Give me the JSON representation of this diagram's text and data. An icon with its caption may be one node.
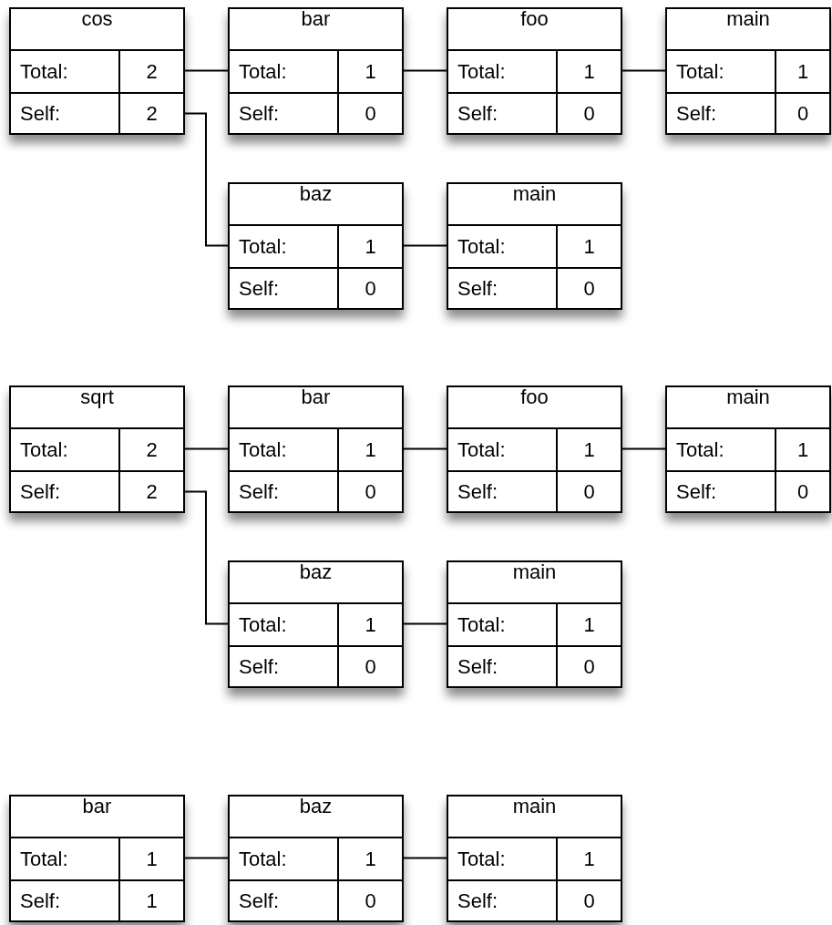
{
  "diagram": {
    "nodes": [
      {
        "text": [
          "cos",
          "Total:",
          "2",
          "Self:",
          "2"
        ]
      },
      {
        "text": [
          "bar",
          "Total:",
          "1",
          "Self:",
          "0"
        ]
      },
      {
        "text": [
          "foo",
          "Total:",
          "1",
          "Self:",
          "0"
        ]
      },
      {
        "text": [
          "main",
          "Total:",
          "1",
          "Self:",
          "0"
        ]
      },
      {
        "text": [
          "baz",
          "Total:",
          "1",
          "Self:",
          "0"
        ]
      },
      {
        "text": [
          "main",
          "Total:",
          "1",
          "Self:",
          "0"
        ]
      },
      {
        "text": [
          "sqrt",
          "Total:",
          "2",
          "Self:",
          "2"
        ]
      },
      {
        "text": [
          "bar",
          "Total:",
          "1",
          "Self:",
          "0"
        ]
      },
      {
        "text": [
          "foo",
          "Total:",
          "1",
          "Self:",
          "0"
        ]
      },
      {
        "text": [
          "main",
          "Total:",
          "1",
          "Self:",
          "0"
        ]
      },
      {
        "text": [
          "baz",
          "Total:",
          "1",
          "Self:",
          "0"
        ]
      },
      {
        "text": [
          "main",
          "Total:",
          "1",
          "Self:",
          "0"
        ]
      },
      {
        "text": [
          "bar",
          "Total:",
          "1",
          "Self:",
          "1"
        ]
      },
      {
        "text": [
          "baz",
          "Total:",
          "1",
          "Self:",
          "0"
        ]
      },
      {
        "text": [
          "main",
          "Total:",
          "1",
          "Self:",
          "0"
        ]
      }
    ],
    "edges": [
      {
        "from": 0,
        "to": 1,
        "arrow": "none"
      },
      {
        "from": 1,
        "to": 2,
        "arrow": "none"
      },
      {
        "from": 2,
        "to": 3,
        "arrow": "none"
      },
      {
        "from": 0,
        "to": 4,
        "arrow": "none"
      },
      {
        "from": 4,
        "to": 5,
        "arrow": "none"
      },
      {
        "from": 6,
        "to": 7,
        "arrow": "none"
      },
      {
        "from": 7,
        "to": 8,
        "arrow": "none"
      },
      {
        "from": 8,
        "to": 9,
        "arrow": "none"
      },
      {
        "from": 6,
        "to": 10,
        "arrow": "none"
      },
      {
        "from": 10,
        "to": 11,
        "arrow": "none"
      },
      {
        "from": 12,
        "to": 13,
        "arrow": "none"
      },
      {
        "from": 13,
        "to": 14,
        "arrow": "none"
      }
    ]
  }
}
